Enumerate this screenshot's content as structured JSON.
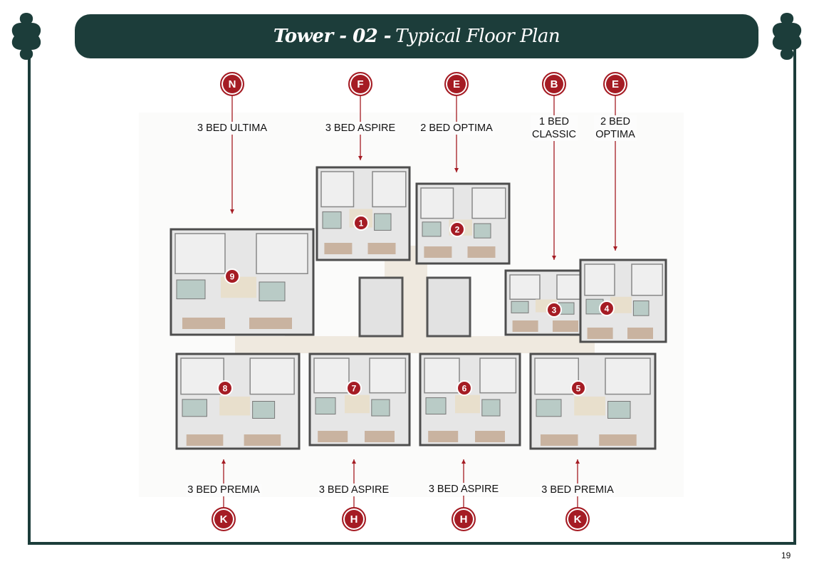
{
  "title": {
    "bold": "Tower - 02 -",
    "italic": "Typical Floor Plan"
  },
  "colors": {
    "frame": "#1c3d3a",
    "accent": "#a51c24"
  },
  "top_units": [
    {
      "code": "N",
      "label_lines": [
        "3 BED ULTIMA"
      ]
    },
    {
      "code": "F",
      "label_lines": [
        "3 BED ASPIRE"
      ]
    },
    {
      "code": "E",
      "label_lines": [
        "2 BED OPTIMA"
      ]
    },
    {
      "code": "B",
      "label_lines": [
        "1 BED",
        "CLASSIC"
      ]
    },
    {
      "code": "E",
      "label_lines": [
        "2 BED",
        "OPTIMA"
      ]
    }
  ],
  "bottom_units": [
    {
      "code": "K",
      "label": "3 BED PREMIA"
    },
    {
      "code": "H",
      "label": "3 BED ASPIRE"
    },
    {
      "code": "H",
      "label": "3 BED ASPIRE"
    },
    {
      "code": "K",
      "label": "3 BED PREMIA"
    }
  ],
  "flat_numbers": [
    "1",
    "2",
    "3",
    "4",
    "5",
    "6",
    "7",
    "8",
    "9"
  ],
  "page_number": "19"
}
